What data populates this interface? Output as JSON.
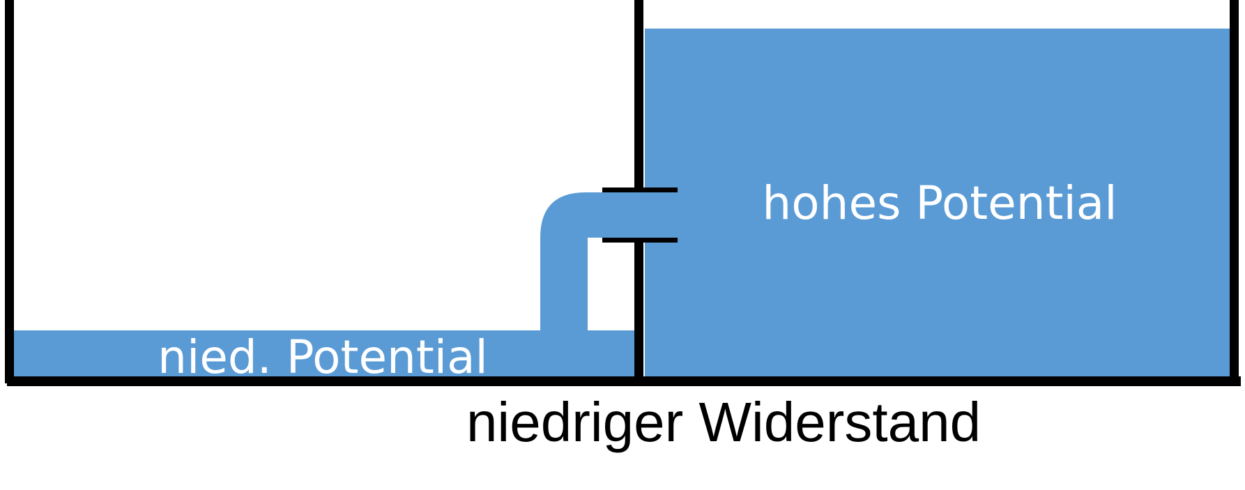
{
  "labels": {
    "high_potential": "hohes Potential",
    "low_potential": "nied. Potential",
    "resistance": "niedriger Widerstand"
  },
  "colors": {
    "water": "#5b9bd5",
    "walls": "#000000",
    "background": "#ffffff",
    "text_on_water": "#ffffff",
    "text_caption": "#000000"
  }
}
